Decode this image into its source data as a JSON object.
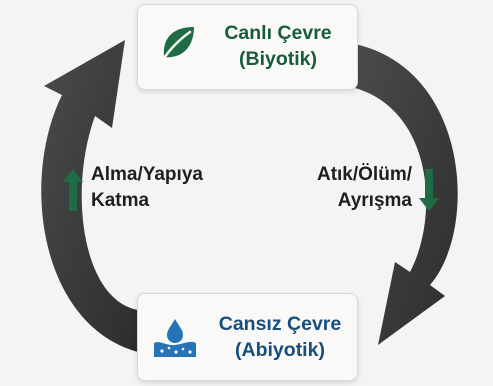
{
  "diagram": {
    "top_box": {
      "line1": "Canlı Çevre",
      "line2": "(Biyotik)",
      "icon": "leaf-icon"
    },
    "bottom_box": {
      "line1": "Cansız Çevre",
      "line2": "(Abiyotik)",
      "icon": "water-soil-icon"
    },
    "left_label": {
      "line1": "Alma/Yapıya",
      "line2": "Katma",
      "icon": "arrow-up-icon"
    },
    "right_label": {
      "line1": "Atık/Ölüm/",
      "line2": "Ayrışma",
      "icon": "arrow-down-icon"
    },
    "colors": {
      "arrow": "#3b3d3c",
      "biotic_text": "#185c3c",
      "abiotic_text": "#174e7e",
      "leaf": "#1e6b45",
      "water": "#2673b8",
      "side_arrow": "#1e6b45"
    }
  }
}
